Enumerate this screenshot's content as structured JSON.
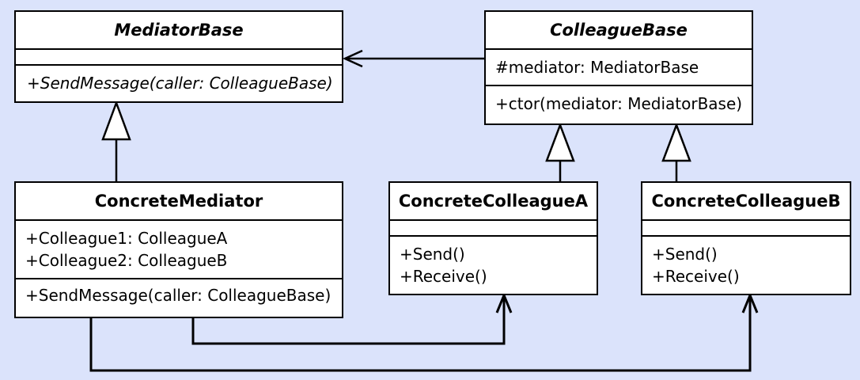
{
  "diagram": {
    "classes": {
      "mediator_base": {
        "name": "MediatorBase",
        "attributes": [],
        "operations": [
          "+SendMessage(caller: ColleagueBase)"
        ]
      },
      "colleague_base": {
        "name": "ColleagueBase",
        "attributes": [
          "#mediator: MediatorBase"
        ],
        "operations": [
          "+ctor(mediator: MediatorBase)"
        ]
      },
      "concrete_mediator": {
        "name": "ConcreteMediator",
        "attributes": [
          "+Colleague1: ColleagueA",
          "+Colleague2: ColleagueB"
        ],
        "operations": [
          "+SendMessage(caller: ColleagueBase)"
        ]
      },
      "concrete_colleague_a": {
        "name": "ConcreteColleagueA",
        "attributes": [],
        "operations": [
          "+Send()",
          "+Receive()"
        ]
      },
      "concrete_colleague_b": {
        "name": "ConcreteColleagueB",
        "attributes": [],
        "operations": [
          "+Send()",
          "+Receive()"
        ]
      }
    },
    "relations": [
      {
        "type": "association",
        "from": "ColleagueBase",
        "to": "MediatorBase"
      },
      {
        "type": "generalization",
        "from": "ConcreteMediator",
        "to": "MediatorBase"
      },
      {
        "type": "generalization",
        "from": "ConcreteColleagueA",
        "to": "ColleagueBase"
      },
      {
        "type": "generalization",
        "from": "ConcreteColleagueB",
        "to": "ColleagueBase"
      },
      {
        "type": "association",
        "from": "ConcreteMediator",
        "to": "ConcreteColleagueA"
      },
      {
        "type": "association",
        "from": "ConcreteMediator",
        "to": "ConcreteColleagueB"
      }
    ],
    "colors": {
      "background": "#dbe3fb",
      "box_fill": "#ffffff",
      "line": "#000000"
    }
  }
}
